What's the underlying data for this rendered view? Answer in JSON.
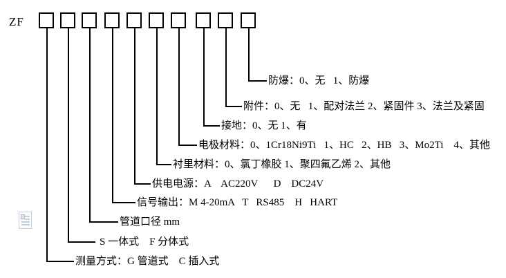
{
  "prefix_label": "ZF",
  "code_boxes_count": 10,
  "rows": [
    {
      "position": 10,
      "name": "explosion-proof",
      "label": "防爆：0、无   1、防爆"
    },
    {
      "position": 9,
      "name": "accessories",
      "label": "附件：0、无   1、配对法兰 2、紧固件 3、法兰及紧固"
    },
    {
      "position": 8,
      "name": "grounding",
      "label": "接地：0、无 1、有"
    },
    {
      "position": 7,
      "name": "electrode-material",
      "label": "电极材料：0、1Cr18Ni9Ti   1、HC   2、HB   3、Mo2Ti    4、其他"
    },
    {
      "position": 6,
      "name": "lining-material",
      "label": "衬里材料：0、氯丁橡胶 1、聚四氟乙烯 2、其他"
    },
    {
      "position": 5,
      "name": "power-supply",
      "label": "供电电源：A    AC220V      D    DC24V"
    },
    {
      "position": 4,
      "name": "signal-output",
      "label": "信号输出：M 4-20mA   T   RS485    H   HART"
    },
    {
      "position": 3,
      "name": "pipe-diameter",
      "label": "管道口径 mm"
    },
    {
      "position": 2,
      "name": "structure-type",
      "label": "S 一体式    F 分体式"
    },
    {
      "position": 1,
      "name": "measurement-mode",
      "label": "测量方式：G 管道式    C 插入式"
    }
  ],
  "colors": {
    "line": "#000000",
    "text": "#000000",
    "background": "#ffffff",
    "placeholder_icon": "#c4cfdc"
  }
}
